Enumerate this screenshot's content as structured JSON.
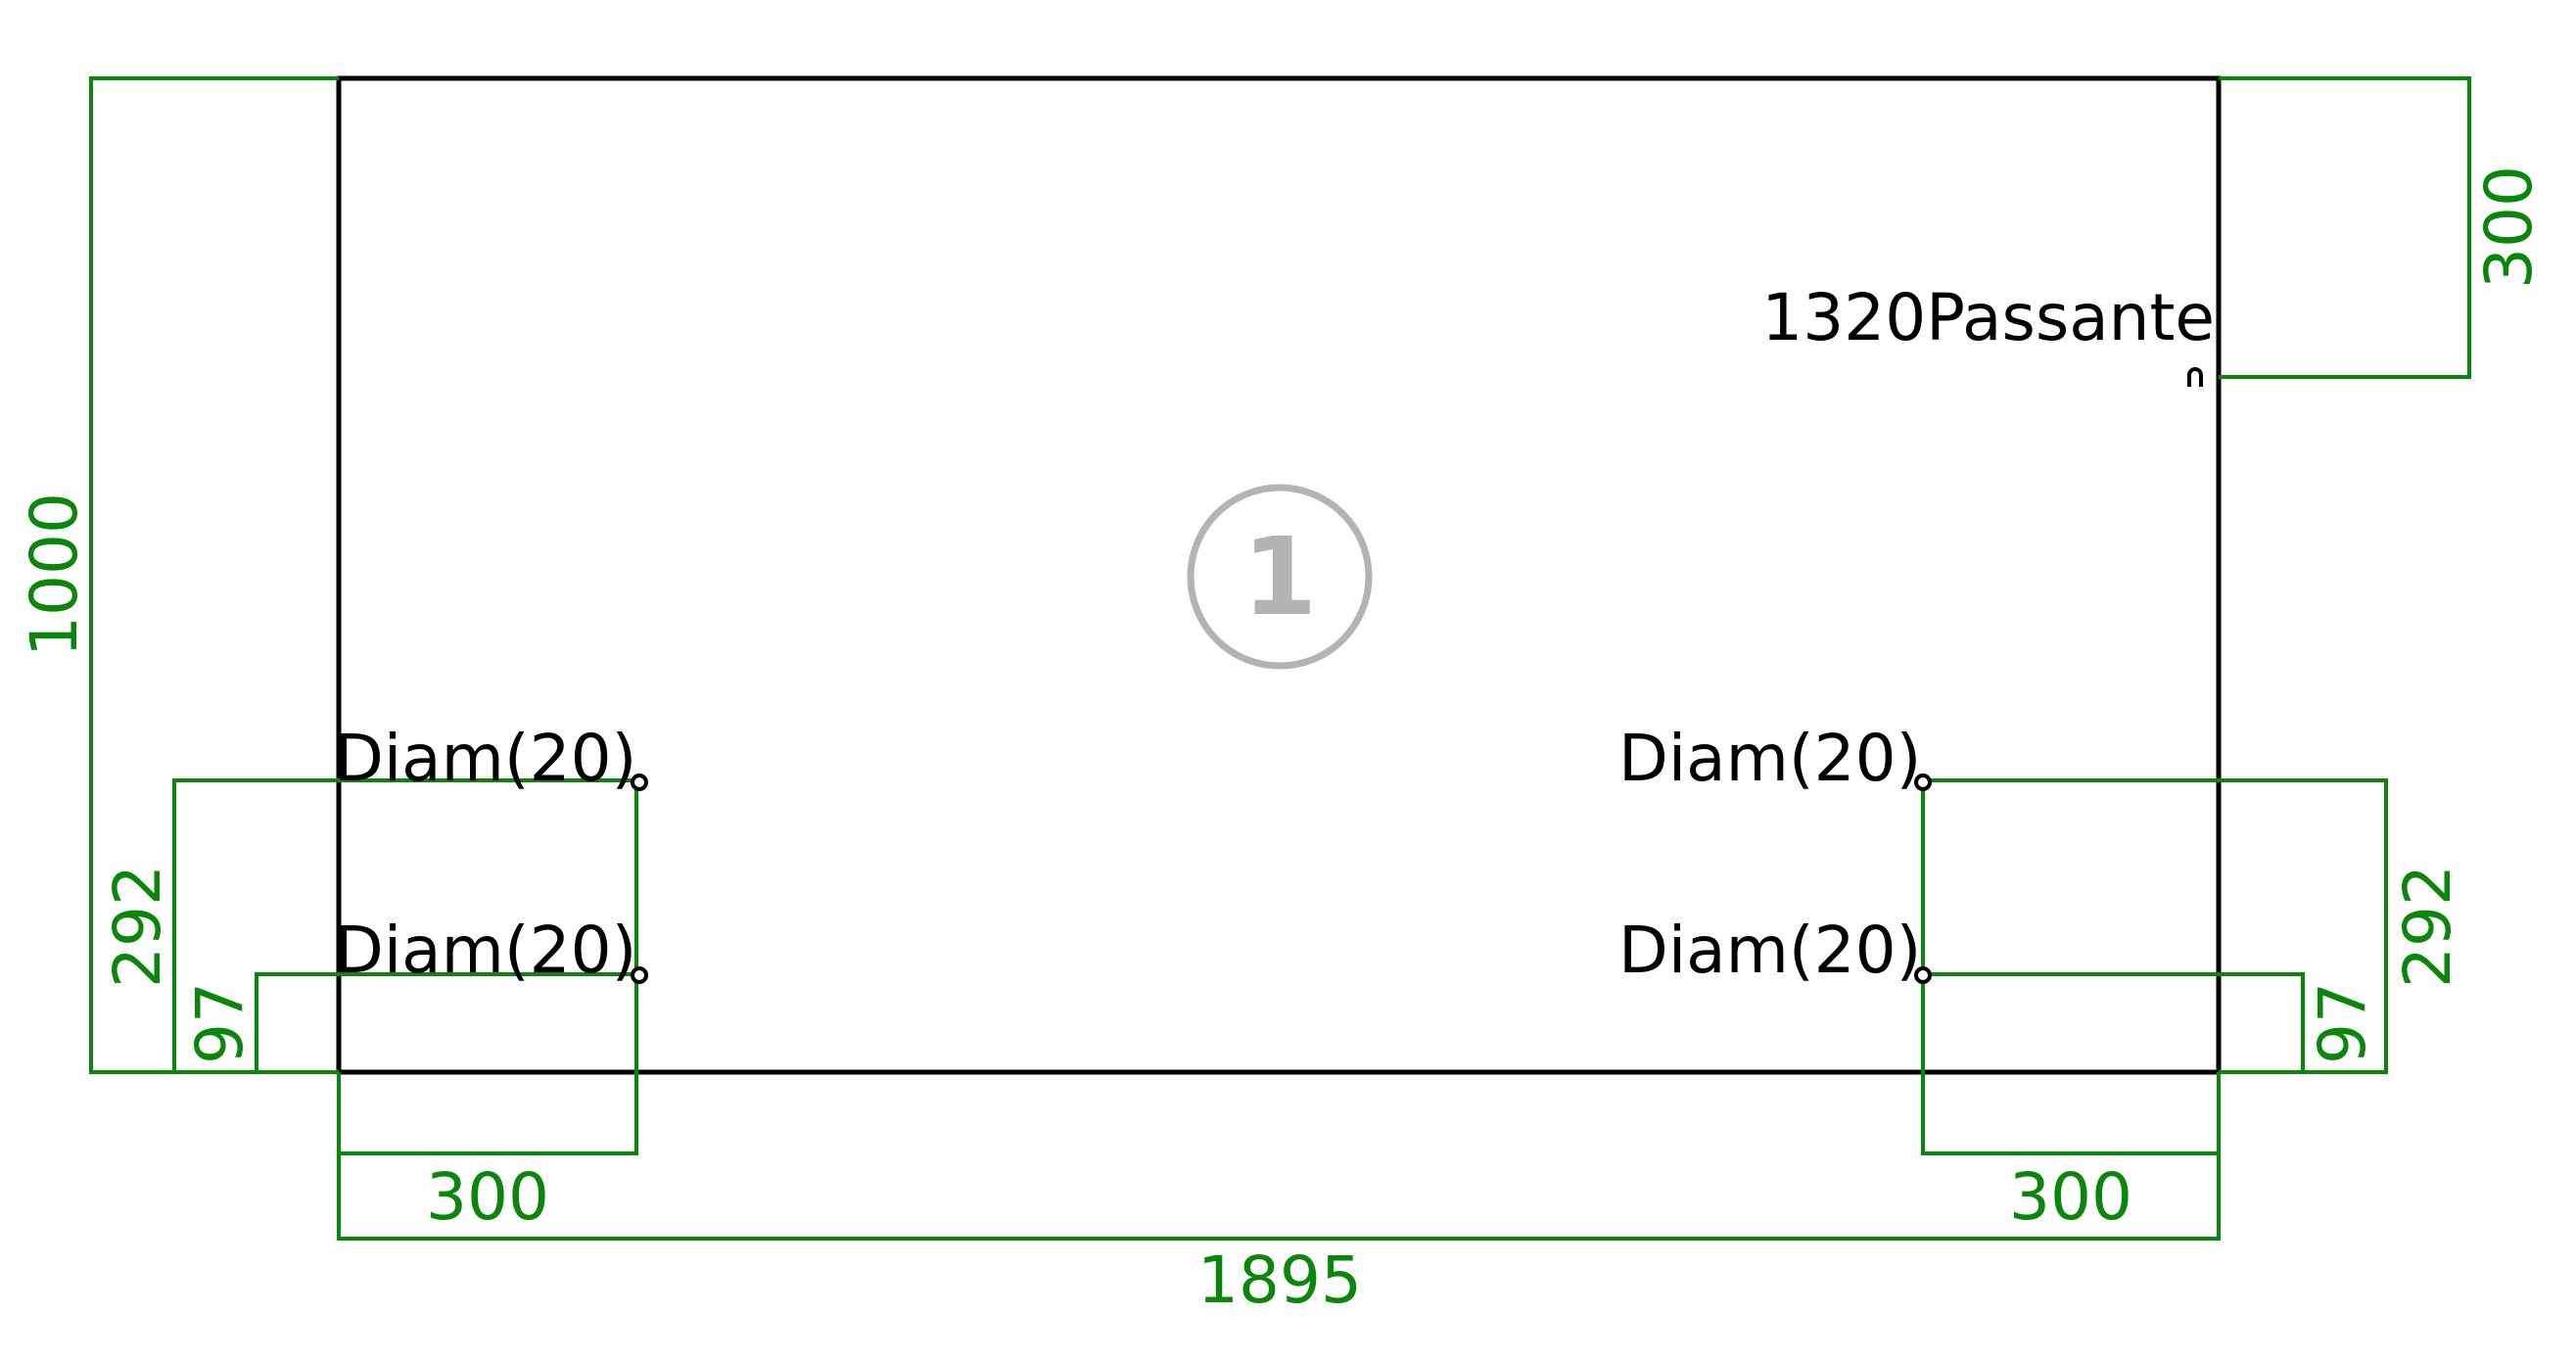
{
  "part": {
    "marker": "1",
    "colors": {
      "outline": "#000000",
      "dimension": "#0a860a",
      "marker": "#b3b3b3"
    }
  },
  "dimensions": {
    "overall_width": "1895",
    "overall_height": "1000",
    "top_right_offset": "300",
    "left_hole_x": "300",
    "right_hole_x": "300",
    "left_upper_hole_y": "292",
    "left_lower_hole_y": "97",
    "right_upper_hole_y": "292",
    "right_lower_hole_y": "97"
  },
  "labels": {
    "slot": "1320Passante",
    "hole_left_upper": "Diam(20)",
    "hole_left_lower": "Diam(20)",
    "hole_right_upper": "Diam(20)",
    "hole_right_lower": "Diam(20)"
  }
}
